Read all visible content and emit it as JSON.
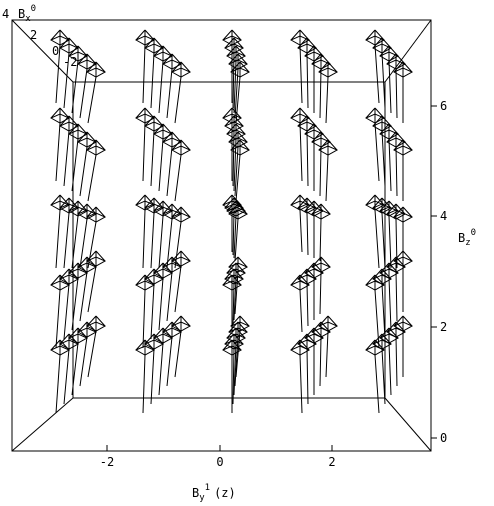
{
  "chart_data": {
    "type": "vector-field-3d",
    "x_axis": {
      "label": "B",
      "label_sub": "y",
      "label_sup": "1",
      "label_suffix": "(z)",
      "ticks": [
        "-2",
        "0",
        "2"
      ]
    },
    "z_axis": {
      "label": "B",
      "label_sub": "z",
      "label_sup": "0",
      "ticks": [
        "0",
        "2",
        "4",
        "6"
      ]
    },
    "depth_axis": {
      "label": "B",
      "label_sub": "x",
      "label_sup": "0",
      "ticks": [
        "4",
        "2",
        "0",
        "-2"
      ]
    },
    "grid": false,
    "colors": {
      "ink": "#000000",
      "background": "#ffffff"
    }
  }
}
